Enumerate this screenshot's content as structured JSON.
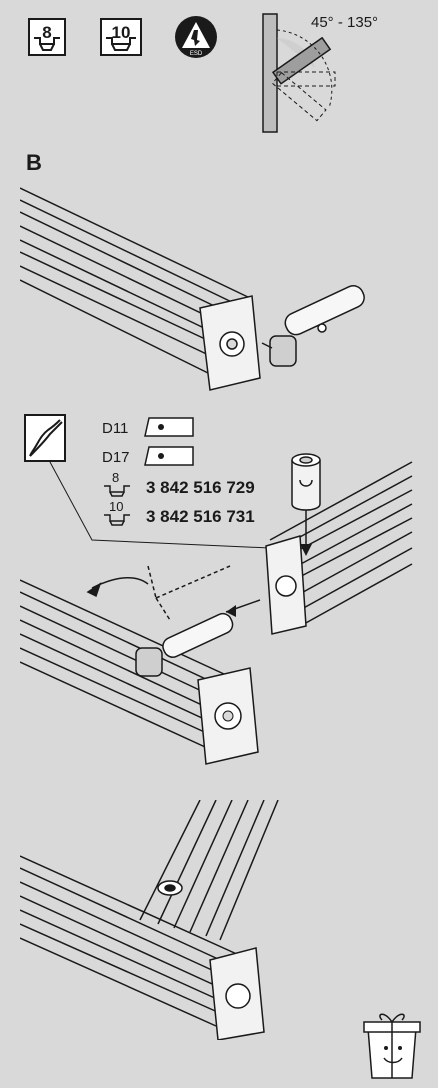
{
  "header": {
    "slot_badges": [
      {
        "value": "8"
      },
      {
        "value": "10"
      }
    ],
    "esd_label": "ESD",
    "angle_range": "45° - 135°"
  },
  "section_b": {
    "label": "B"
  },
  "drill_spec": {
    "drill_sizes": [
      {
        "label": "D11"
      },
      {
        "label": "D17"
      }
    ],
    "parts": [
      {
        "slot": "8",
        "number": "3 842 516 729"
      },
      {
        "slot": "10",
        "number": "3 842 516 731"
      }
    ]
  }
}
